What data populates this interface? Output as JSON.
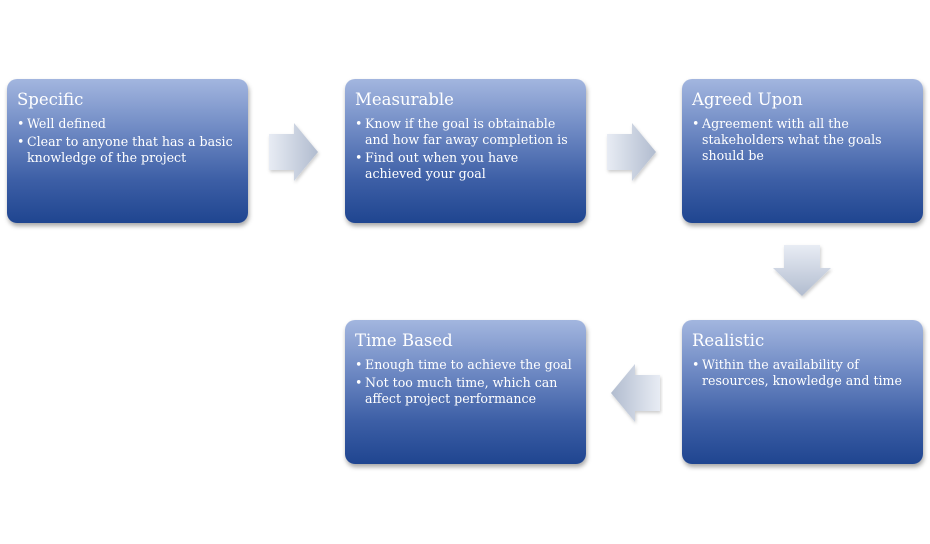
{
  "steps": [
    {
      "title": "Specific",
      "bullets": [
        "Well defined",
        "Clear to anyone that has a basic knowledge of the project"
      ]
    },
    {
      "title": "Measurable",
      "bullets": [
        "Know if the goal is obtainable and how far away completion is",
        "Find out when you have achieved your goal"
      ]
    },
    {
      "title": "Agreed Upon",
      "bullets": [
        "Agreement with all the stakeholders what the goals should be"
      ]
    },
    {
      "title": "Realistic",
      "bullets": [
        "Within the availability of resources, knowledge and time"
      ]
    },
    {
      "title": "Time Based",
      "bullets": [
        "Enough time to achieve the goal",
        "Not too much time, which can affect project performance"
      ]
    }
  ],
  "arrows": [
    "arrow-right-icon",
    "arrow-right-icon",
    "arrow-down-icon",
    "arrow-left-icon"
  ],
  "colors": {
    "box_top": "#a3b6df",
    "box_bottom": "#1f4590",
    "arrow_light": "#e6eaf2",
    "arrow_dark": "#b3bdd0"
  }
}
